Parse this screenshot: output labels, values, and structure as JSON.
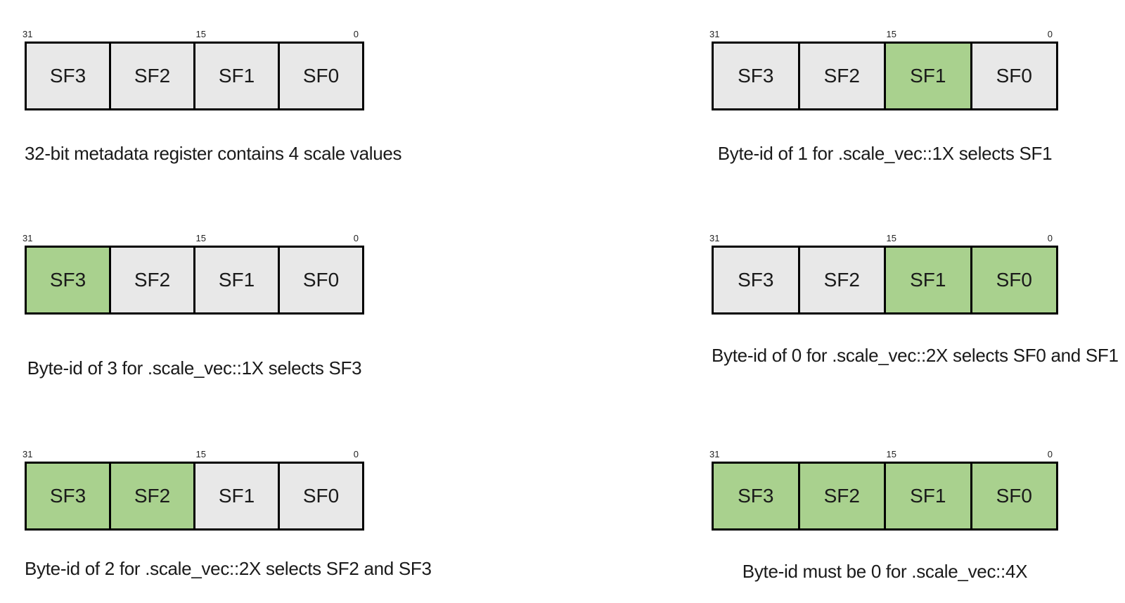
{
  "colors": {
    "background": "#ffffff",
    "unselected_fill": "#e8e8e8",
    "selected_fill": "#a9d18e",
    "border": "#000000"
  },
  "bit_labels": {
    "high": "31",
    "mid": "15",
    "low": "0"
  },
  "cells": [
    "SF3",
    "SF2",
    "SF1",
    "SF0"
  ],
  "diagrams": [
    {
      "id": "metadata-register",
      "caption": "32-bit metadata register contains 4 scale values",
      "selected": []
    },
    {
      "id": "byte-id-1-1x",
      "caption": "Byte-id of 1 for .scale_vec::1X selects SF1",
      "selected": [
        "SF1"
      ]
    },
    {
      "id": "byte-id-3-1x",
      "caption": "Byte-id of 3 for .scale_vec::1X selects SF3",
      "selected": [
        "SF3"
      ]
    },
    {
      "id": "byte-id-0-2x",
      "caption": "Byte-id of 0 for .scale_vec::2X selects SF0 and SF1",
      "selected": [
        "SF1",
        "SF0"
      ]
    },
    {
      "id": "byte-id-2-2x",
      "caption": "Byte-id of 2 for .scale_vec::2X selects SF2 and SF3",
      "selected": [
        "SF3",
        "SF2"
      ]
    },
    {
      "id": "byte-id-0-4x",
      "caption": "Byte-id must be 0 for .scale_vec::4X",
      "selected": [
        "SF3",
        "SF2",
        "SF1",
        "SF0"
      ]
    }
  ]
}
